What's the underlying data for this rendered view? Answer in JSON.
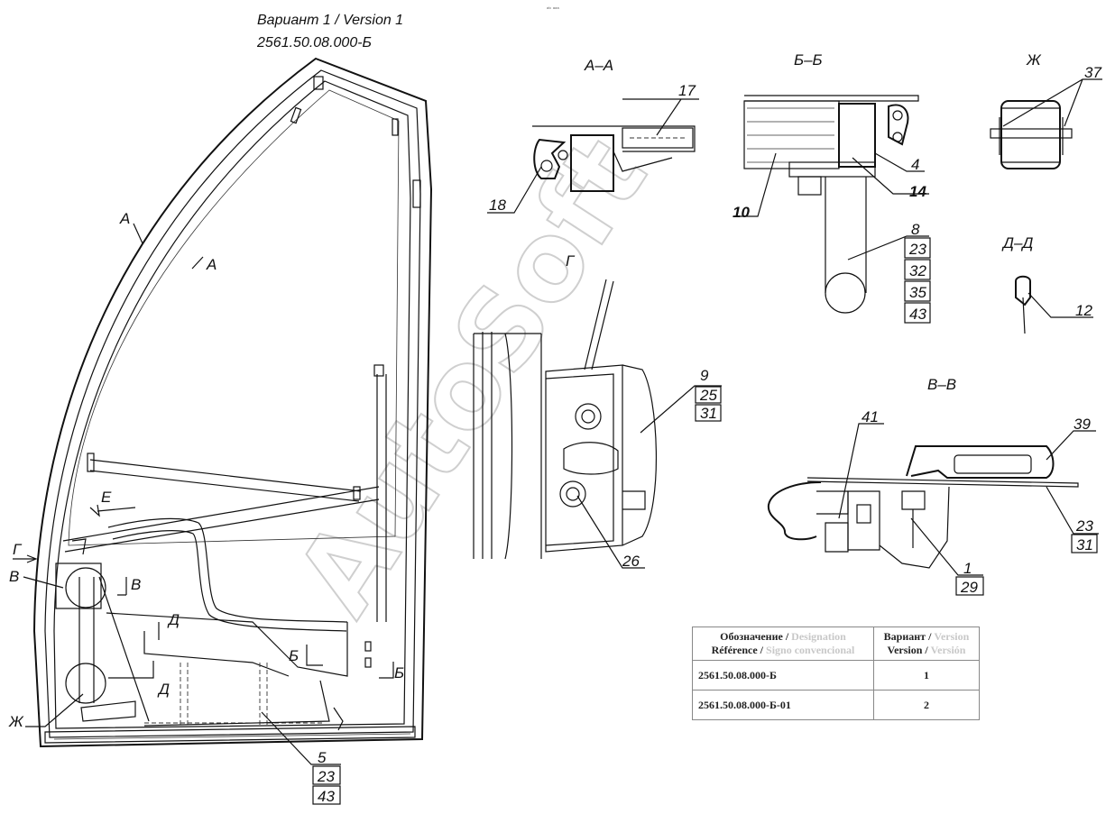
{
  "header": {
    "variant_line": "Вариант 1 / Version 1",
    "drawing_number": "2561.50.08.000-Б",
    "tiny_mark": "ᵃᵇ ᵃᵃᵃ"
  },
  "watermark": "AutoSoft",
  "section_titles": {
    "aa": "А–А",
    "bb": "Б–Б",
    "zh": "Ж",
    "g": "Г",
    "dd": "Д–Д",
    "vv": "В–В"
  },
  "door_marks": {
    "a1": "А",
    "a2": "А",
    "e": "Е",
    "g": "Г",
    "v1": "В",
    "v2": "В",
    "d1": "Д",
    "d2": "Д",
    "b1": "Б",
    "b2": "Б",
    "zh": "Ж"
  },
  "callouts": {
    "c17": "17",
    "c18": "18",
    "c4": "4",
    "c14": "14",
    "c10": "10",
    "c8": "8",
    "c23a": "23",
    "c32": "32",
    "c35": "35",
    "c43a": "43",
    "c37": "37",
    "c12": "12",
    "c9": "9",
    "c25": "25",
    "c31a": "31",
    "c26": "26",
    "c41": "41",
    "c39": "39",
    "c23b": "23",
    "c31b": "31",
    "c1": "1",
    "c29": "29",
    "c5": "5",
    "c23c": "23",
    "c43b": "43"
  },
  "table": {
    "header_col1_a": "Обозначение /",
    "header_col1_a_faded": "Designation",
    "header_col1_b": "Référence /",
    "header_col1_b_faded": "Signo convencional",
    "header_col2_a": "Вариант /",
    "header_col2_a_faded": "Version",
    "header_col2_b": "Version /",
    "header_col2_b_faded": "Versión",
    "rows": [
      {
        "designation": "2561.50.08.000-Б",
        "variant": "1"
      },
      {
        "designation": "2561.50.08.000-Б-01",
        "variant": "2"
      }
    ]
  }
}
